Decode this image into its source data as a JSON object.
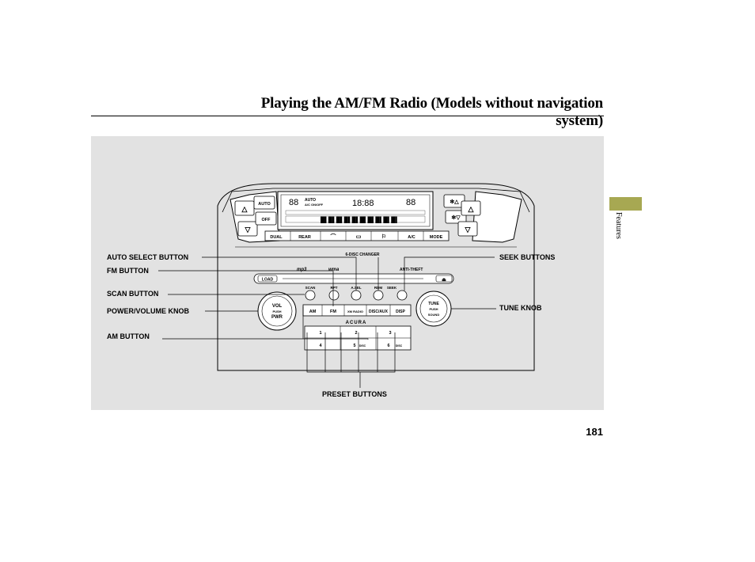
{
  "header": {
    "title": "Playing the AM/FM Radio (Models without navigation system)"
  },
  "side_tab": {
    "label": "Features",
    "color": "#a7a852"
  },
  "page_number": "181",
  "callouts": {
    "auto_select": "AUTO SELECT BUTTON",
    "fm": "FM BUTTON",
    "scan": "SCAN BUTTON",
    "power_volume": "POWER/VOLUME KNOB",
    "am": "AM BUTTON",
    "seek": "SEEK BUTTONS",
    "tune": "TUNE KNOB",
    "preset": "PRESET BUTTONS"
  },
  "panel": {
    "climate_left": [
      "AUTO",
      "OFF"
    ],
    "climate_bottom": [
      "DUAL",
      "REAR",
      "A/C",
      "MODE"
    ],
    "display_text": [
      "AUTO",
      "A/C ON/OFF"
    ],
    "changer_label": "6-DISC CHANGER",
    "antitheft": "ANTI-THEFT",
    "load": "LOAD",
    "eject": "⏏",
    "mp3": "mp3",
    "wma": "wma",
    "top_buttons": [
      "SCAN",
      "RPT",
      "A.SEL",
      "RDM",
      "SEEK"
    ],
    "source_buttons": [
      "AM",
      "FM",
      "XM RADIO",
      "DISC/AUX",
      "DISP"
    ],
    "presets": [
      "1",
      "2",
      "3",
      "4",
      "5",
      "6"
    ],
    "preset_small": [
      "DISC",
      "DISC"
    ],
    "vol_knob": [
      "VOL",
      "PUSH",
      "PWR"
    ],
    "tune_knob": [
      "TUNE",
      "PUSH",
      "SOUND"
    ],
    "brand": "ACURA"
  },
  "colors": {
    "panel_bg": "#e2e2e2",
    "tab": "#a7a852"
  }
}
